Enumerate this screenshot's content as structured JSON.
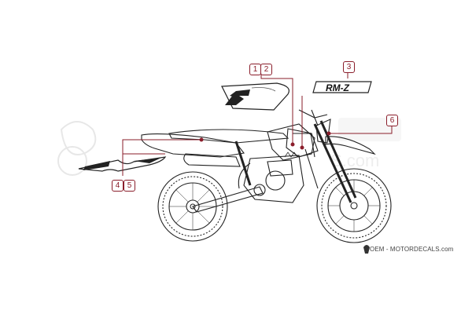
{
  "callouts": {
    "c1": "1",
    "c2": "2",
    "c3": "3",
    "c4": "4",
    "c5": "5",
    "c6": "6"
  },
  "logo_text": "RM-Z",
  "watermark": "OEM - MOTORDECALS.com",
  "colors": {
    "callout": "#8a1d2a",
    "line": "#222222",
    "watermark": "#c8c8c8"
  }
}
